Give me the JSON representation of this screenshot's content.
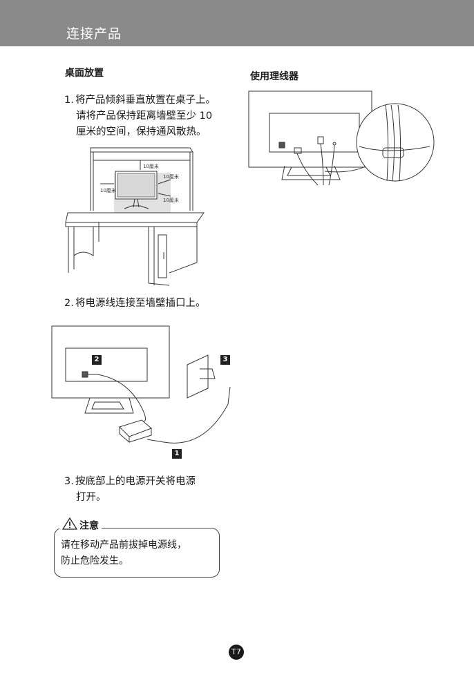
{
  "header": {
    "title": "连接产品"
  },
  "left": {
    "section_title": "桌面放置",
    "step1": {
      "num": "1.",
      "line1": "将产品倾斜垂直放置在桌子上。",
      "line2": "请将产品保持距离墙壁至少 10",
      "line3": "厘米的空间，保持通风散热。"
    },
    "desk_labels": {
      "top": "10厘米",
      "left": "10厘米",
      "right_top": "10厘米",
      "right_bottom": "10厘米"
    },
    "step2": {
      "num": "2.",
      "line1": "将电源线连接至墙壁插口上。"
    },
    "badges": {
      "b1": "1",
      "b2": "2",
      "b3": "3"
    },
    "step3": {
      "num": "3.",
      "line1": "按底部上的电源开关将电源",
      "line2": "打开。"
    },
    "caution": {
      "title": "注意",
      "line1": "请在移动产品前拔掉电源线，",
      "line2": "防止危险发生。"
    }
  },
  "right": {
    "section_title": "使用理线器"
  },
  "footer": {
    "page_number": "T7"
  }
}
